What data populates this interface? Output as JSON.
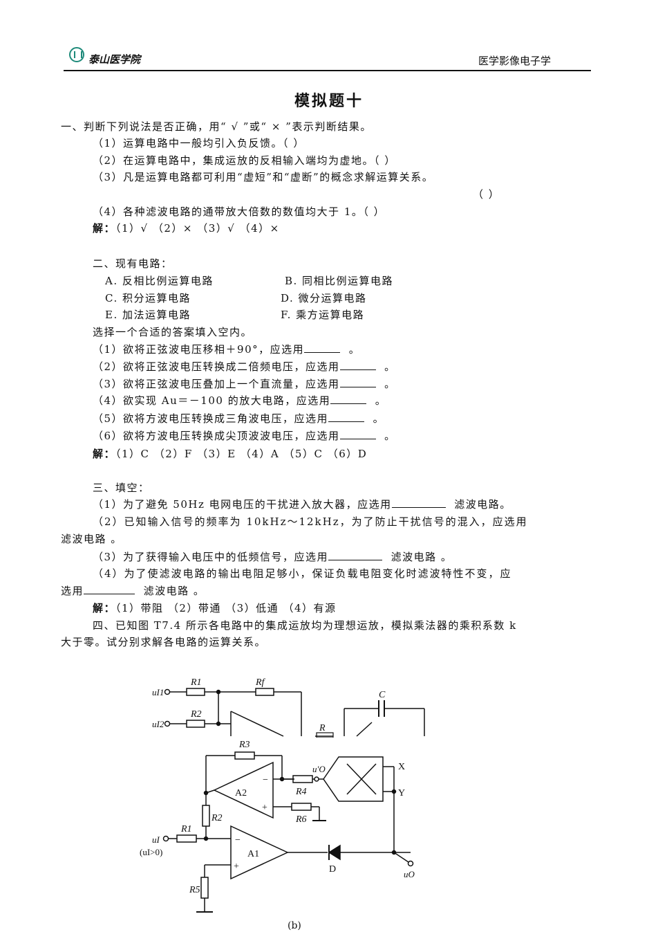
{
  "header": {
    "school": "泰山医学院",
    "course": "医学影像电子学"
  },
  "title": "模拟题十",
  "q1": {
    "intro": "一、判断下列说法是否正确，用“ √ ”或“ × ”表示判断结果。",
    "items": [
      "（1）运算电路中一般均引入负反馈。（     ）",
      "（2）在运算电路中，集成运放的反相输入端均为虚地。（     ）",
      "（3）凡是运算电路都可利用“虚短”和“虚断”的概念求解运算关系。",
      "（     ）",
      "（4）各种滤波电路的通带放大倍数的数值均大于 1。（     ）"
    ],
    "sol_key": "解：",
    "solution": "（1）√      （2）×      （3）√      （4）×"
  },
  "q2": {
    "intro": "二、现有电路：",
    "opts": [
      "A. 反相比例运算电路",
      "B. 同相比例运算电路",
      "C. 积分运算电路",
      "D. 微分运算电路",
      "E. 加法运算电路",
      "F. 乘方运算电路"
    ],
    "prompt": "选择一个合适的答案填入空内。",
    "items": [
      "（1）欲将正弦波电压移相＋90°，应选用",
      "（2）欲将正弦波电压转换成二倍频电压，应选用",
      "（3）欲将正弦波电压叠加上一个直流量，应选用",
      "（4）欲实现 Au＝－100 的放大电路，应选用",
      "（5）欲将方波电压转换成三角波电压，应选用",
      "（6）欲将方波电压转换成尖顶波波电压，应选用"
    ],
    "tail": "。",
    "sol_key": "解：",
    "solution": "（1）C     （2）F     （3）E     （4）A     （5）C     （6）D"
  },
  "q3": {
    "intro": "三、填空：",
    "l1a": "（1）为了避免 50Hz 电网电压的干扰进入放大器，应选用",
    "l1b": "滤波电路。",
    "l2a": "（2）已知输入信号的频率为 10kHz～12kHz，为了防止干扰信号的混入，应选用",
    "l2b": "滤波电路 。",
    "l3a": "（3）为了获得输入电压中的低频信号，应选用",
    "l3b": "滤波电路  。",
    "l4a": "（4）为了使滤波电路的输出电阻足够小，保证负载电阻变化时滤波特性不变，应",
    "l4b": "选用",
    "l4c": "滤波电路  。",
    "sol_key": "解：",
    "solution": "（1）带阻     （2）带通     （3）低通     （4）有源"
  },
  "q4": {
    "l1": "四、已知图 T7.4 所示各电路中的集成运放均为理想运放，模拟乘法器的乘积系数 k",
    "l2": "大于零。试分别求解各电路的运算关系。"
  },
  "figure": {
    "top": {
      "ui1": "uI1",
      "ui2": "uI2",
      "r1": "R1",
      "r2": "R2",
      "rf": "Rf",
      "r": "R",
      "c": "C"
    },
    "bottom": {
      "r3": "R3",
      "r4": "R4",
      "r6": "R6",
      "r2": "R2",
      "r1": "R1",
      "r5": "R5",
      "a1": "A1",
      "a2": "A2",
      "uo_prime": "u′O",
      "ui": "uI",
      "ui_cond": "(uI>0)",
      "x": "X",
      "y": "Y",
      "d": "D",
      "uo": "uO",
      "minus": "−",
      "plus": "+"
    },
    "caption": "(b)"
  }
}
